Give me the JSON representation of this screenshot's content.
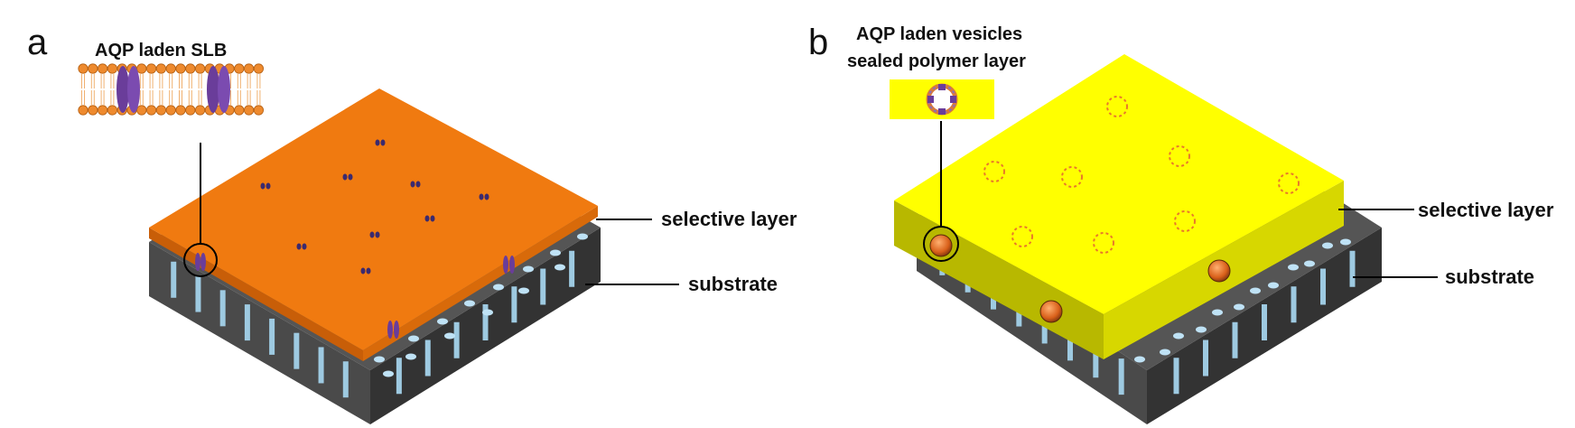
{
  "panel_a": {
    "letter": "a",
    "callout_title": "AQP laden SLB",
    "selective_label": "selective layer",
    "substrate_label": "substrate"
  },
  "panel_b": {
    "letter": "b",
    "callout_title_line1": "AQP laden vesicles",
    "callout_title_line2": "sealed polymer layer",
    "selective_label": "selective layer",
    "substrate_label": "substrate"
  },
  "colors": {
    "selective_orange": "#F07A10",
    "selective_yellow": "#FFFF00",
    "substrate_front": "#505050",
    "substrate_side": "#3a3a3a",
    "pore_blue": "#9ecae1",
    "aqp_purple": "#6a3d9a",
    "vesicle_orange": "#e8741a",
    "dashed_vesicle": "#e87a2a"
  }
}
